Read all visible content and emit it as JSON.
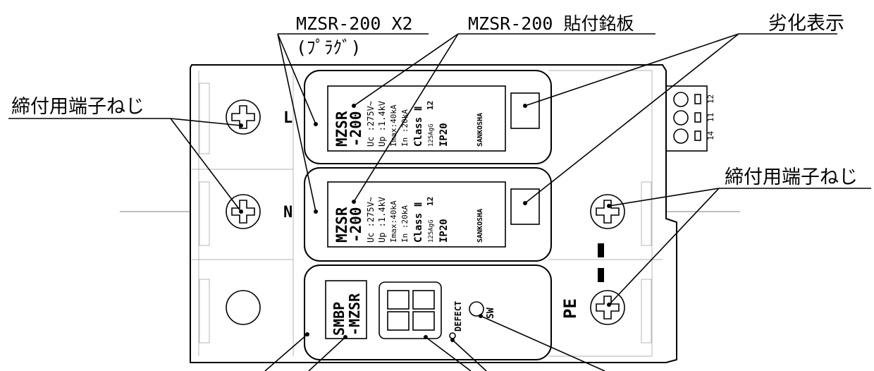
{
  "callouts": {
    "plug_label": "MZSR-200 X2",
    "plug_sub": "(ﾌﾟﾗｸﾞ)",
    "nameplate": "MZSR-200 貼付銘板",
    "degradation": "劣化表示",
    "terminal_screw_left": "締付用端子ねじ",
    "terminal_screw_right": "締付用端子ねじ"
  },
  "terminals": {
    "L": "L",
    "N": "N",
    "PE": "PE"
  },
  "module_plate": {
    "model_line1": "MZSR",
    "model_line2": "-200",
    "uc": "Uc :275V~",
    "up": "Up :1.4kV",
    "imax": "Imax:40kA",
    "in": "In :20kA",
    "class": "Class Ⅱ",
    "ip": "IP20",
    "fuse": "125AgG",
    "fuse_box": "12",
    "brand": "SANKOSHA"
  },
  "base_plate": {
    "line1": "SMBP",
    "line2": "-MZSR"
  },
  "indicator": {
    "defect": "DEFECT",
    "sw": "SW"
  },
  "connector": {
    "pin_14": "14",
    "pin_11": "11",
    "pin_12": "12"
  }
}
